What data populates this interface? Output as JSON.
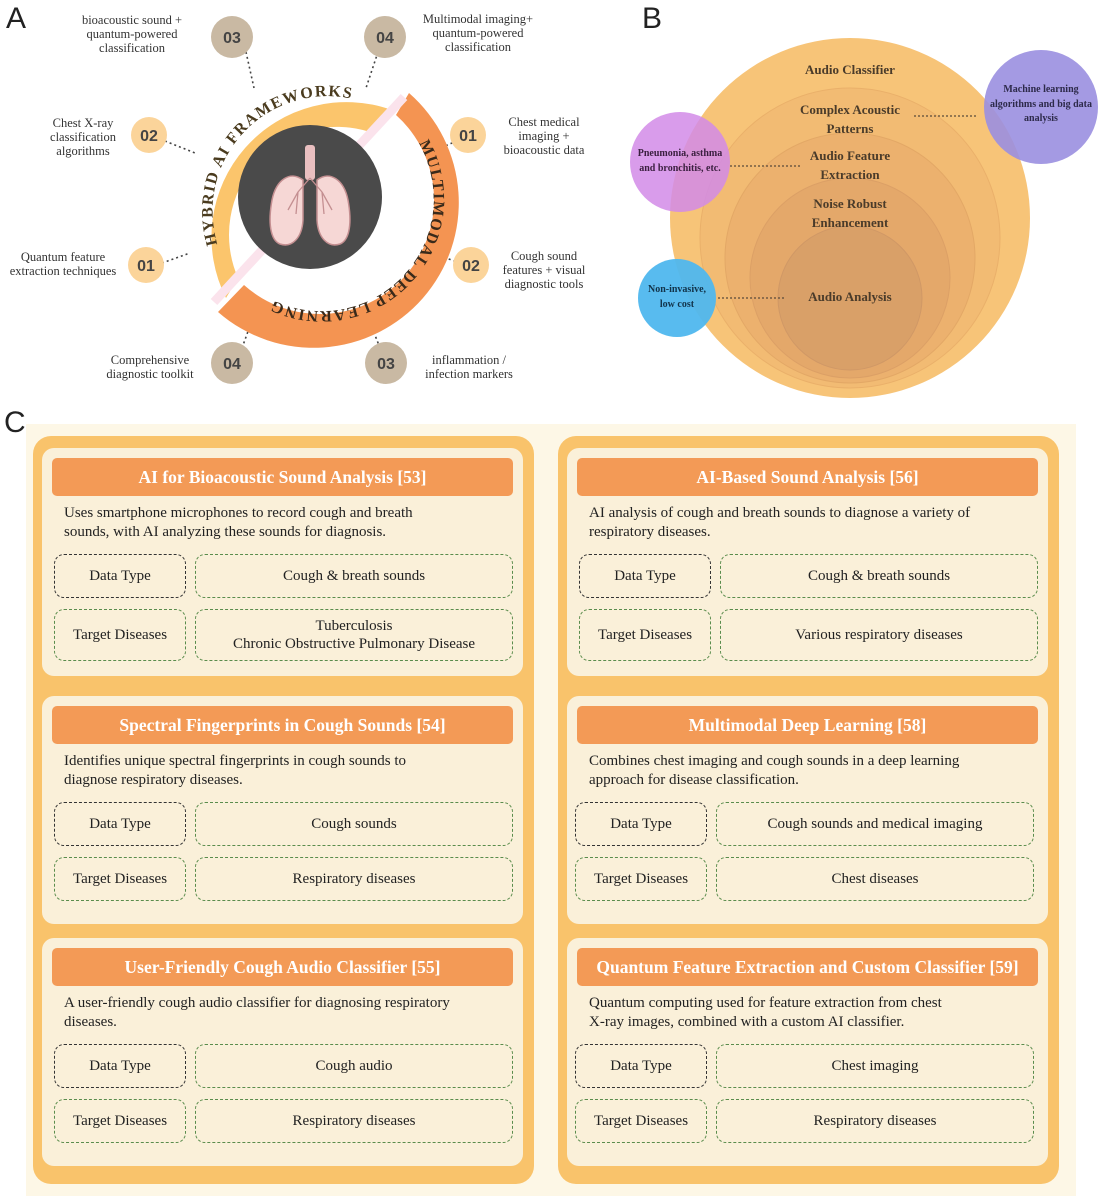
{
  "panels": {
    "a": "A",
    "b": "B",
    "c": "C"
  },
  "panel_a": {
    "ring_left_label": "HYBRID AI FRAMEWORKS",
    "ring_right_label": "MULTIMODAL DEEP LEARNING",
    "colors": {
      "left_ring": "#fbc56c",
      "right_ring": "#f49452",
      "center": "#4a4a4a",
      "left_num": "#fbd49a",
      "right_num": "#c9b9a3"
    },
    "left_items": [
      {
        "num": "01",
        "lines": [
          "Quantum feature",
          "extraction techniques"
        ]
      },
      {
        "num": "02",
        "lines": [
          "Chest X-ray",
          "classification",
          "algorithms"
        ]
      },
      {
        "num": "03",
        "lines": [
          "bioacoustic sound +",
          "quantum-powered",
          "classification"
        ]
      },
      {
        "num": "04",
        "lines": [
          "Comprehensive",
          "diagnostic toolkit"
        ]
      }
    ],
    "right_items": [
      {
        "num": "04",
        "lines": [
          "Multimodal imaging+",
          "quantum-powered",
          "classification"
        ]
      },
      {
        "num": "01",
        "lines": [
          "Chest medical",
          "imaging +",
          "bioacoustic data"
        ]
      },
      {
        "num": "02",
        "lines": [
          "Cough sound",
          "features + visual",
          "diagnostic tools"
        ]
      },
      {
        "num": "03",
        "lines": [
          "inflammation /",
          "infection markers"
        ]
      }
    ]
  },
  "panel_b": {
    "layers": [
      {
        "lines": [
          "Audio Classifier"
        ]
      },
      {
        "lines": [
          "Complex Acoustic",
          "Patterns"
        ]
      },
      {
        "lines": [
          "Audio Feature",
          "Extraction"
        ]
      },
      {
        "lines": [
          "Noise Robust",
          "Enhancement"
        ]
      },
      {
        "lines": [
          "Audio Analysis"
        ]
      }
    ],
    "side_circles": [
      {
        "lines": [
          "Machine learning",
          "algorithms and big data",
          "analysis"
        ],
        "color": "#9a8fe0"
      },
      {
        "lines": [
          "Pneumonia, asthma",
          "and bronchitis, etc."
        ],
        "color": "#d28be8"
      },
      {
        "lines": [
          "Non-invasive,",
          "low cost"
        ],
        "color": "#4fb7ee"
      }
    ]
  },
  "panel_c": {
    "data_type_label": "Data Type",
    "target_label": "Target Diseases",
    "cards": [
      {
        "title": "AI for Bioacoustic Sound Analysis [53]",
        "desc": [
          "Uses smartphone microphones to record cough and breath",
          "sounds, with AI analyzing these sounds for diagnosis."
        ],
        "data_type": [
          "Cough & breath sounds"
        ],
        "target": [
          "Tuberculosis",
          "Chronic Obstructive Pulmonary Disease"
        ]
      },
      {
        "title": "Spectral Fingerprints in Cough Sounds [54]",
        "desc": [
          "Identifies unique spectral fingerprints in cough sounds to",
          "diagnose respiratory diseases."
        ],
        "data_type": [
          "Cough sounds"
        ],
        "target": [
          "Respiratory diseases"
        ]
      },
      {
        "title": "User-Friendly Cough Audio Classifier [55]",
        "desc": [
          "A user-friendly cough audio classifier for diagnosing respiratory",
          "diseases."
        ],
        "data_type": [
          "Cough audio"
        ],
        "target": [
          "Respiratory diseases"
        ]
      },
      {
        "title": "AI-Based Sound Analysis [56]",
        "desc": [
          "AI analysis of cough and breath sounds to diagnose a variety of",
          "respiratory diseases."
        ],
        "data_type": [
          "Cough & breath sounds"
        ],
        "target": [
          "Various respiratory diseases"
        ]
      },
      {
        "title": "Multimodal Deep Learning [58]",
        "desc": [
          "Combines chest imaging and cough sounds in a deep learning",
          "approach for disease classification."
        ],
        "data_type": [
          "Cough sounds and medical imaging"
        ],
        "target": [
          "Chest diseases"
        ]
      },
      {
        "title": "Quantum Feature Extraction and Custom Classifier [59]",
        "desc": [
          "Quantum computing used for feature extraction from chest",
          " X-ray images, combined with a custom AI classifier."
        ],
        "data_type": [
          "Chest imaging"
        ],
        "target": [
          "Respiratory diseases"
        ]
      }
    ]
  }
}
